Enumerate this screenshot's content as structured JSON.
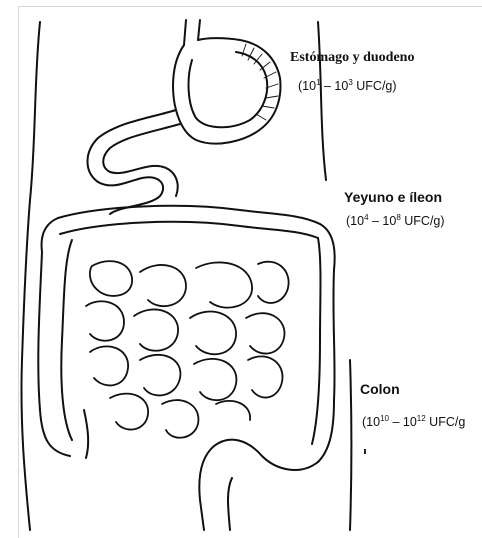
{
  "labels": {
    "stomach": {
      "title": "Estómago y duodeno",
      "range_open": "(10",
      "exp1": "1",
      "range_mid": " – 10",
      "exp2": "3",
      "range_close": " UFC/g)"
    },
    "jejunum": {
      "title": "Yeyuno e íleon",
      "range_open": "(10",
      "exp1": "4",
      "range_mid": " – 10",
      "exp2": "8",
      "range_close": " UFC/g)"
    },
    "colon": {
      "title": "Colon",
      "range_open": "(10",
      "exp1": "10",
      "range_mid": " – 10",
      "exp2": "12",
      "range_close": " UFC/g"
    }
  },
  "colors": {
    "ink": "#111111",
    "background": "#ffffff",
    "frame": "#d8d8d8"
  }
}
